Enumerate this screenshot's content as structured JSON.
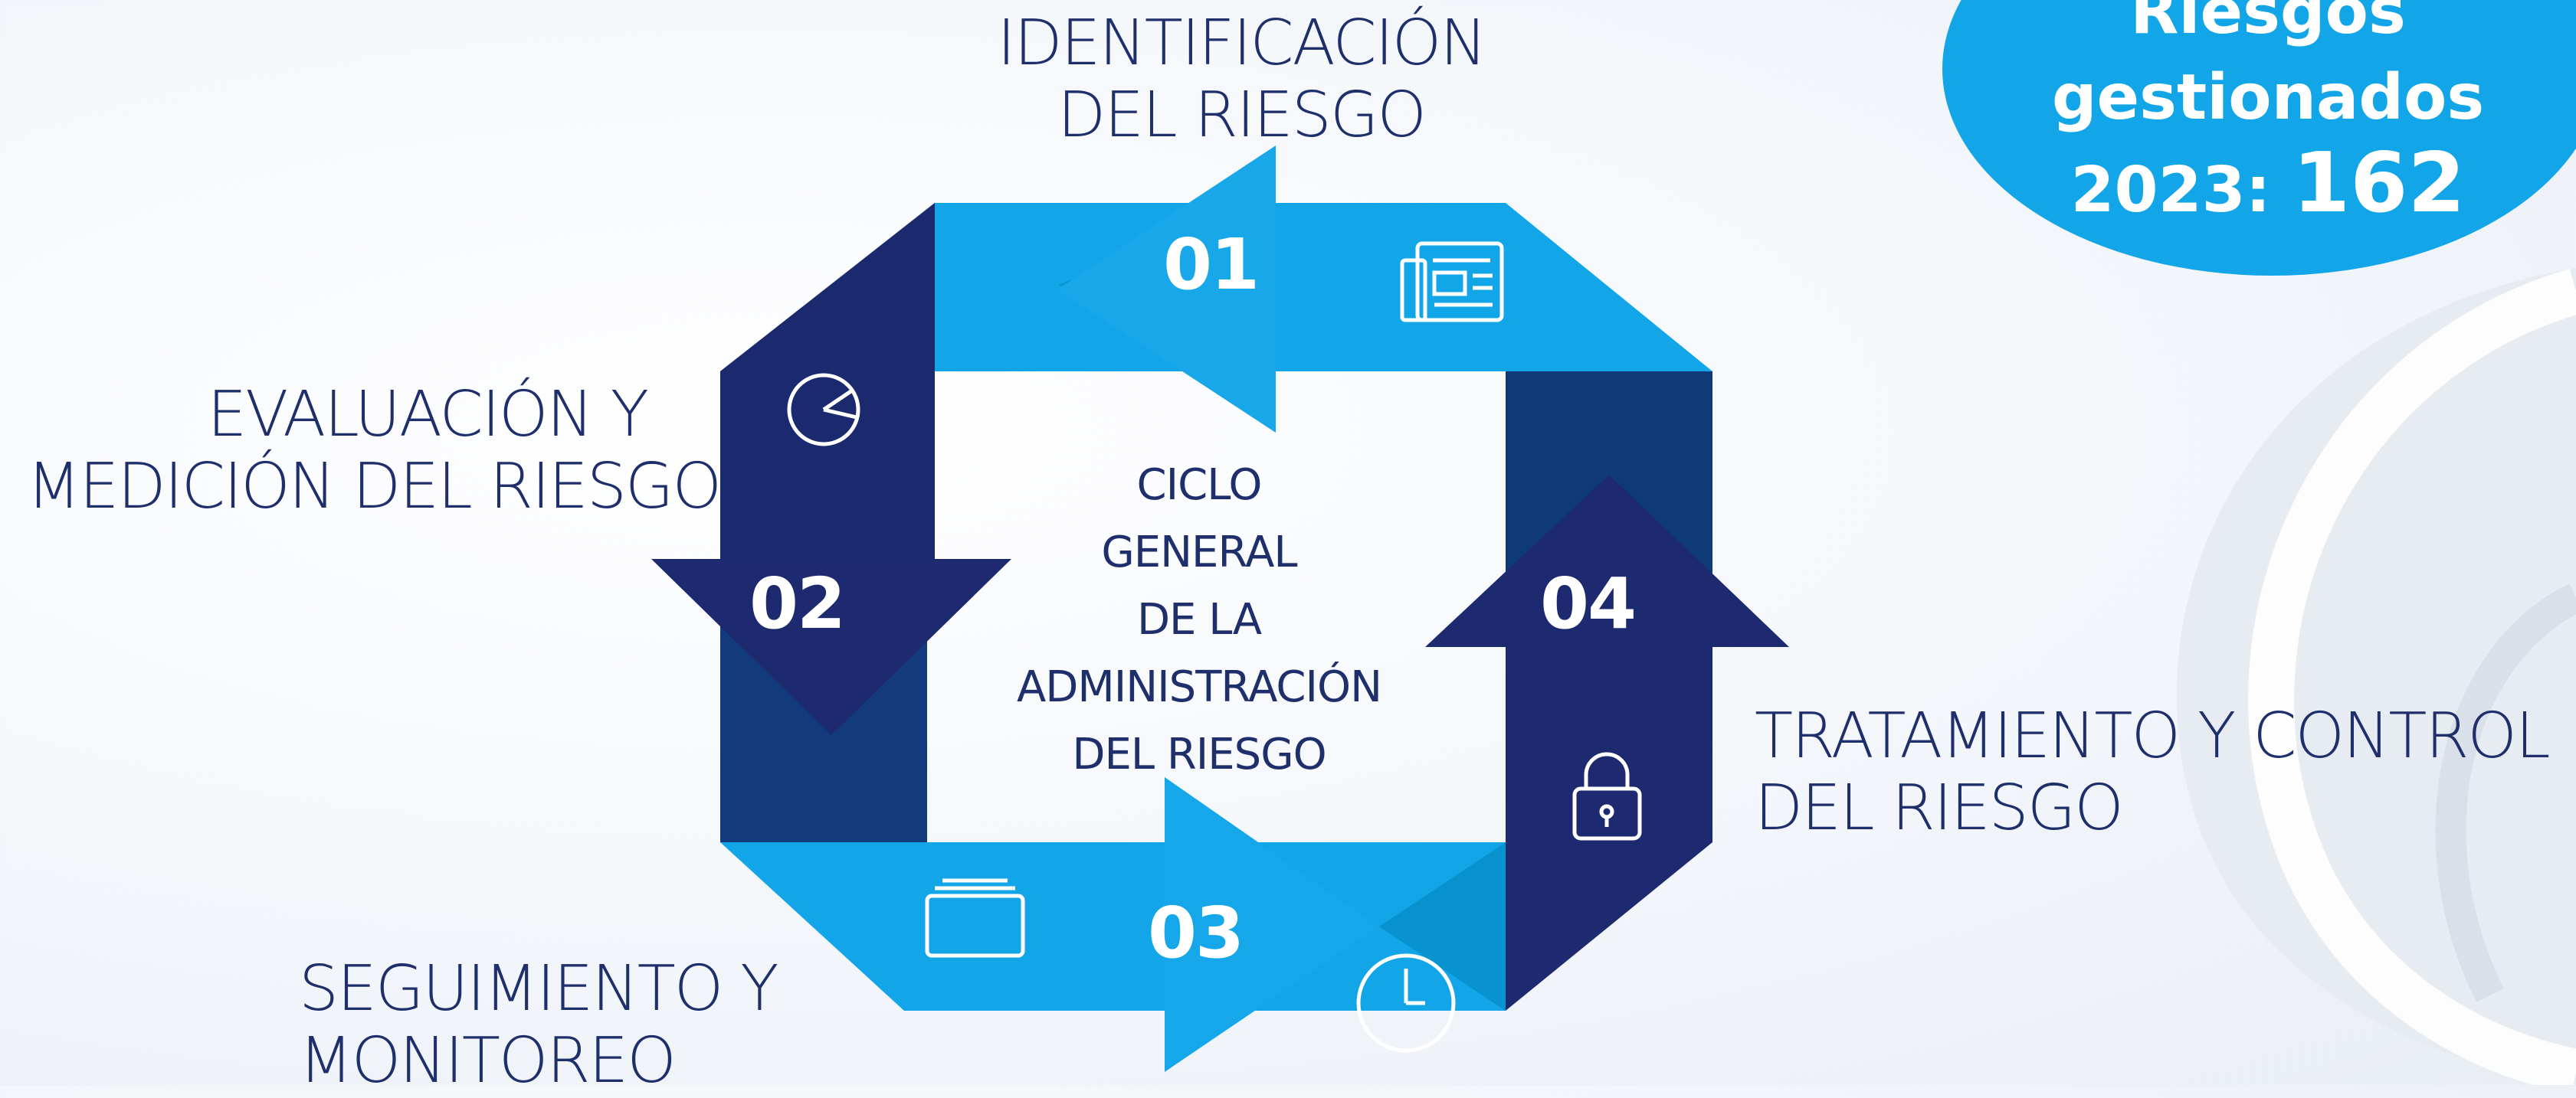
{
  "center_label": [
    "CICLO",
    "GENERAL",
    "DE LA",
    "ADMINISTRACIÓN",
    "DEL RIESGO"
  ],
  "steps": [
    {
      "number": "01",
      "label": [
        "IDENTIFICACIÓN",
        "DEL RIESGO"
      ],
      "icon": "document-icon"
    },
    {
      "number": "02",
      "label": [
        "EVALUACIÓN Y",
        "MEDICIÓN DEL RIESGO"
      ],
      "icon": "pie-chart-icon"
    },
    {
      "number": "03",
      "label": [
        "SEGUIMIENTO Y",
        "MONITOREO"
      ],
      "icon": "folder-icon"
    },
    {
      "number": "04",
      "label": [
        "TRATAMIENTO Y CONTROL",
        "DEL RIESGO"
      ],
      "icon": "lock-icon"
    }
  ],
  "extra_icons": [
    "clock-icon"
  ],
  "badge": {
    "line1": "Riesgos",
    "line2": "gestionados",
    "line3_prefix": "2023: ",
    "line3_value": "162"
  },
  "colors": {
    "light_blue": "#12a6e8",
    "mid_blue": "#009bdb",
    "dark_blue": "#1d2a6f",
    "navy": "#0f2a66",
    "text": "#1f2f6b"
  }
}
